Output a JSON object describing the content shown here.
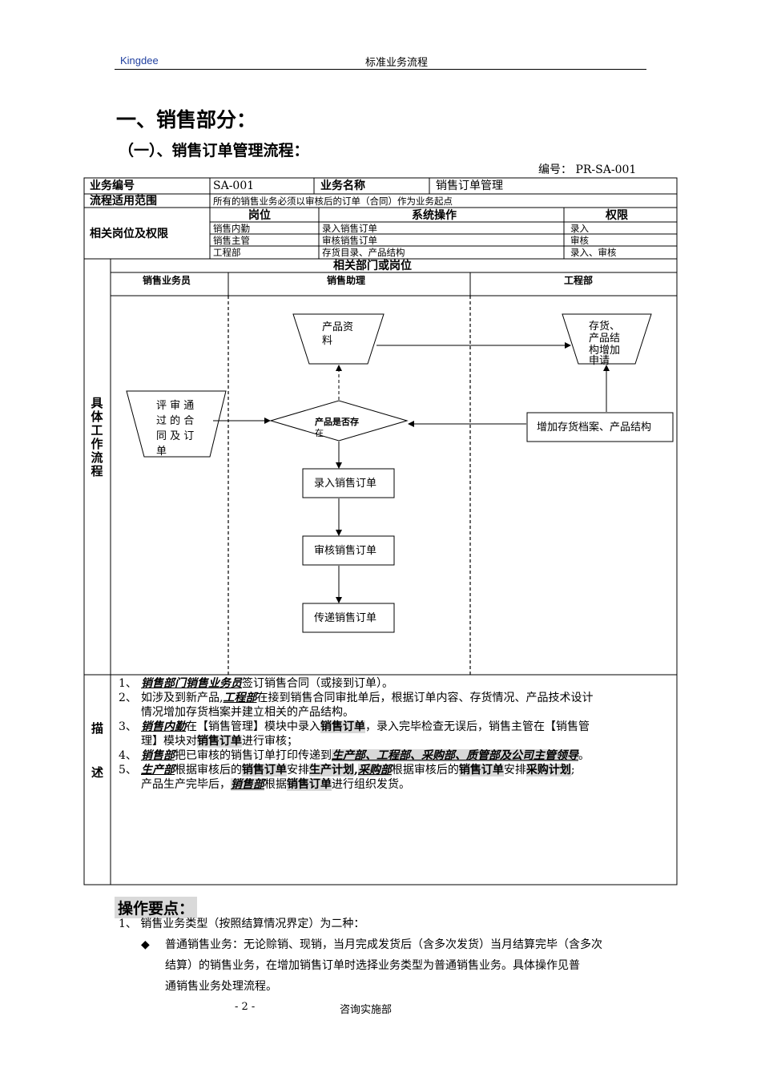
{
  "header": {
    "brand": "Kingdee",
    "title": "标准业务流程"
  },
  "heading1": "一、销售部分：",
  "heading2": "（一）、销售订单管理流程：",
  "doc_number": "编号：  PR-SA-001",
  "info": {
    "business_code_label": "业务编号",
    "business_code": "SA-001",
    "business_name_label": "业务名称",
    "business_name": "销售订单管理",
    "scope_label": "流程适用范围",
    "scope": "所有的销售业务必须以审核后的订单（合同）作为业务起点",
    "roles_label": "相关岗位及权限",
    "col_post": "岗位",
    "col_operation": "系统操作",
    "col_permission": "权限",
    "rows": [
      {
        "post": "销售内勤",
        "operation": "录入销售订单",
        "permission": "录入"
      },
      {
        "post": "销售主管",
        "operation": "审核销售订单",
        "permission": "审核"
      },
      {
        "post": "工程部",
        "operation": "存货目录、产品结构",
        "permission": "录入、审核"
      }
    ]
  },
  "flow": {
    "departments_title": "相关部门或岗位",
    "lanes": [
      "销售业务员",
      "销售助理",
      "工程部"
    ],
    "side_label": "具体工作流程",
    "nodes": {
      "contract_l1": "评 审 通",
      "contract_l2": "过 的 合",
      "contract_l3": "同 及 订",
      "contract_l4": "单",
      "product_l1": "产品资",
      "product_l2": "料",
      "inventory_l1": "存货、",
      "inventory_l2": "产品结",
      "inventory_l3": "构增加",
      "inventory_l4": "申请",
      "decision_l1": "产品是否存",
      "decision_l2": "在",
      "add_inventory": "增加存货档案、产品结构",
      "enter_order": "录入销售订单",
      "audit_order": "审核销售订单",
      "deliver_order": "传递销售订单"
    }
  },
  "description": {
    "side_label_1": "描",
    "side_label_2": "述",
    "l1_num": "1、",
    "l1_a": "销售部门销售业务员",
    "l1_b": "签订销售合同（或接到订单）。",
    "l2_num": "2、",
    "l2_a": "如涉及到新产品,",
    "l2_b": "工程部",
    "l2_c": "在接到销售合同审批单后，根据订单内容、存货情况、产品技术设计",
    "l2_d": "情况增加存货档案并建立相关的产品结构。",
    "l3_num": "3、",
    "l3_a": "销售内勤",
    "l3_b": "在【销售管理】模块中录入",
    "l3_c": "销售订单",
    "l3_d": "，录入完毕检查无误后，销售主管在【销售管",
    "l3_e": "理】模块对",
    "l3_f": "销售订单",
    "l3_g": "进行审核；",
    "l4_num": "4、",
    "l4_a": "销售部",
    "l4_b": "把已审核的销售订单打印传递到",
    "l4_c": "生产部、工程部、采购部、质管部及公司主管领导",
    "l4_d": "。",
    "l5_num": "5、",
    "l5_a": "生产部",
    "l5_b": "根据审核后的",
    "l5_c": "销售订单",
    "l5_d": "安排",
    "l5_e": "生产计划",
    "l5_f": ",",
    "l5_g": "采购部",
    "l5_h": "根据审核后的",
    "l5_i": "销售订单",
    "l5_j": "安排",
    "l5_k": "采购计划",
    "l5_l": ";",
    "l5_m": "产品生产完毕后，",
    "l5_n": "销售部",
    "l5_o": "根据",
    "l5_p": "销售订单",
    "l5_q": "进行组织发货。"
  },
  "operation_points": {
    "title": "操作要点：",
    "item1": "1、  销售业务类型（按照结算情况界定）为二种：",
    "bullet": "◆",
    "bullet_l1": "普通销售业务：无论赊销、现销，当月完成发货后（含多次发货）当月结算完毕（含多次",
    "bullet_l2": "结算）的销售业务，在增加销售订单时选择业务类型为普通销售业务。具体操作见普",
    "bullet_l3": "通销售业务处理流程。"
  },
  "footer": {
    "page": "- 2 -",
    "dept": "咨询实施部"
  }
}
